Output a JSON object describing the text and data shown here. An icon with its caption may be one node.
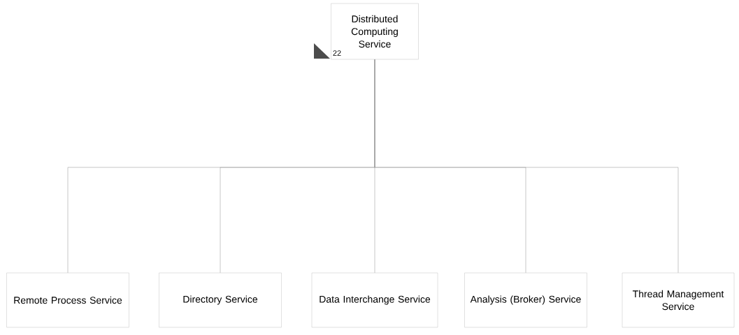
{
  "diagram": {
    "nodes": [
      {
        "text": [
          "Distributed Computing Service"
        ]
      },
      {
        "text": [
          "Remote Process Service"
        ]
      },
      {
        "text": [
          "Directory Service"
        ]
      },
      {
        "text": [
          "Data Interchange Service"
        ]
      },
      {
        "text": [
          "Analysis (Broker) Service"
        ]
      },
      {
        "text": [
          "Thread Management Service"
        ]
      }
    ],
    "edges": [
      {
        "from": 0,
        "to": 1,
        "arrow": "none"
      },
      {
        "from": 0,
        "to": 2,
        "arrow": "none"
      },
      {
        "from": 0,
        "to": 3,
        "arrow": "none"
      },
      {
        "from": 0,
        "to": 4,
        "arrow": "none"
      },
      {
        "from": 0,
        "to": 5,
        "arrow": "none"
      }
    ],
    "labels": [
      "22"
    ]
  }
}
